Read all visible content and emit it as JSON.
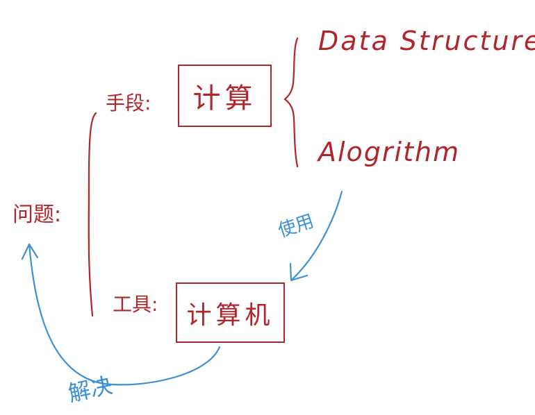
{
  "colors": {
    "ink_red": "#b0242a",
    "ink_blue": "#3a8fd6",
    "background": "#ffffff"
  },
  "diagram": {
    "problem_label": "问题:",
    "means_label": "手段:",
    "means_box": "计算",
    "tool_label": "工具:",
    "tool_box": "计算机",
    "data_structure": "Data Structure",
    "algorithm": "Alogrithm",
    "use_label": "使用",
    "solve_label": "解决"
  }
}
